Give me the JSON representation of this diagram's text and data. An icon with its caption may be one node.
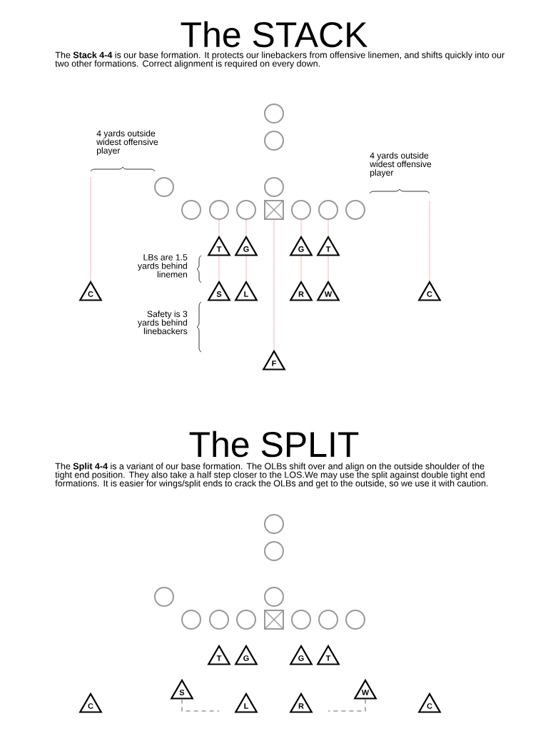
{
  "diagram": {
    "nodes": [
      {
        "text": [],
        "shape": "circle"
      },
      {
        "text": [],
        "shape": "circle"
      },
      {
        "text": [],
        "shape": "circle"
      },
      {
        "text": [],
        "shape": "circle"
      },
      {
        "text": [],
        "shape": "circle"
      },
      {
        "text": [],
        "shape": "circle"
      },
      {
        "text": [],
        "shape": "circle"
      },
      {
        "text": [],
        "shape": "box"
      },
      {
        "text": [],
        "shape": "circle"
      },
      {
        "text": [],
        "shape": "circle"
      },
      {
        "text": [],
        "shape": "circle"
      },
      {
        "text": [
          "T"
        ]
      },
      {
        "text": [
          "G"
        ]
      },
      {
        "text": [
          "G"
        ]
      },
      {
        "text": [
          "T"
        ]
      },
      {
        "text": [
          "C"
        ]
      },
      {
        "text": [
          "S"
        ]
      },
      {
        "text": [
          "L"
        ]
      },
      {
        "text": [
          "R"
        ]
      },
      {
        "text": [
          "W"
        ]
      },
      {
        "text": [
          "C"
        ]
      },
      {
        "text": [
          "F"
        ]
      },
      {
        "text": [],
        "shape": "circle"
      },
      {
        "text": [],
        "shape": "circle"
      },
      {
        "text": [],
        "shape": "circle"
      },
      {
        "text": [],
        "shape": "circle"
      },
      {
        "text": [],
        "shape": "circle"
      },
      {
        "text": [],
        "shape": "circle"
      },
      {
        "text": [],
        "shape": "circle"
      },
      {
        "text": [],
        "shape": "box"
      },
      {
        "text": [],
        "shape": "circle"
      },
      {
        "text": [],
        "shape": "circle"
      },
      {
        "text": [],
        "shape": "circle"
      },
      {
        "text": [
          "T"
        ]
      },
      {
        "text": [
          "G"
        ]
      },
      {
        "text": [
          "G"
        ]
      },
      {
        "text": [
          "T"
        ]
      },
      {
        "text": [
          "S"
        ]
      },
      {
        "text": [
          "W"
        ]
      },
      {
        "text": [
          "C"
        ]
      },
      {
        "text": [
          "L"
        ]
      },
      {
        "text": [
          "R"
        ]
      },
      {
        "text": [
          "C"
        ]
      }
    ],
    "edges": [
      {
        "from": 5,
        "to": 11,
        "arrow": "none"
      },
      {
        "from": 11,
        "to": 16,
        "arrow": "none"
      },
      {
        "from": 6,
        "to": 12,
        "arrow": "none"
      },
      {
        "from": 12,
        "to": 17,
        "arrow": "none"
      },
      {
        "from": 7,
        "to": 21,
        "arrow": "none"
      },
      {
        "from": 8,
        "to": 13,
        "arrow": "none"
      },
      {
        "from": 13,
        "to": 18,
        "arrow": "none"
      },
      {
        "from": 9,
        "to": 14,
        "arrow": "none"
      },
      {
        "from": 14,
        "to": 19,
        "arrow": "none"
      },
      {
        "from": null,
        "to": 15,
        "arrow": "none"
      },
      {
        "from": null,
        "to": 20,
        "arrow": "none"
      },
      {
        "from": 37,
        "to": null,
        "arrow": "none",
        "style": "dashed",
        "color": "#999999"
      },
      {
        "from": 38,
        "to": null,
        "arrow": "none",
        "style": "dashed",
        "color": "#999999"
      }
    ],
    "labels": [
      "The STACK",
      "The **Stack 4-4** is our base formation. It protects our linebackers from offensive linemen, and shifts quickly into our two other formations. Correct alignment is required on every down.",
      "4 yards outside widest offensive player",
      "4 yards outside widest offensive player",
      "LBs are 1.5 yards behind linemen",
      "Safety is 3 yards behind linebackers",
      "The SPLIT",
      "The **Split 4-4** is a variant of our base formation. The OLBs shift over and align on the outside shoulder of the tight end position. They also take a half step closer to the LOS.We may use the split against double tight end formations. It is easier for wings/split ends to crack the OLBs and get to the outside, so we use it with caution."
    ]
  }
}
